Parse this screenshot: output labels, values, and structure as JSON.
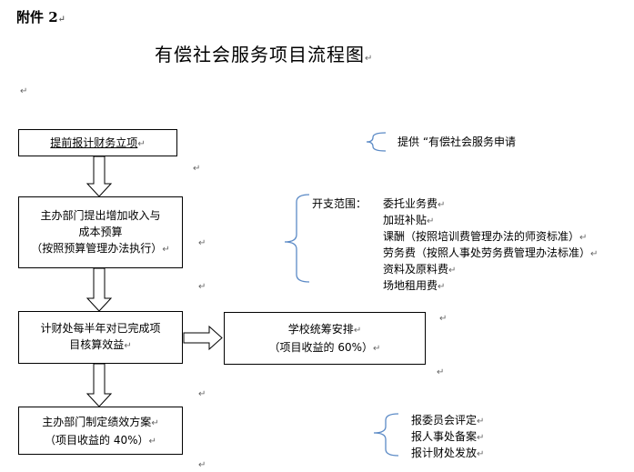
{
  "attachment_label": "附件 2",
  "title": "有偿社会服务项目流程图",
  "para_mark": "↵",
  "steps": [
    {
      "lines": [
        "提前报计财务立项"
      ]
    },
    {
      "lines": [
        "主办部门提出增加收入与",
        "成本预算",
        "（按照预算管理办法执行）"
      ]
    },
    {
      "lines": [
        "计财处每半年对已完成项",
        "目核算效益"
      ]
    },
    {
      "lines": [
        "主办部门制定绩效方案",
        "（项目收益的 40%）"
      ]
    }
  ],
  "side_box": {
    "lines": [
      "学校统筹安排",
      "（项目收益的 60%）"
    ]
  },
  "notes": {
    "provide": "提供 “有偿社会服务申请",
    "expense_label": "开支范围：",
    "expense_items": [
      "委托业务费",
      "加班补贴",
      "课酬（按照培训费管理办法的师资标准）",
      "劳务费（按照人事处劳务费管理办法标准）",
      "资料及原料费",
      "场地租用费"
    ],
    "final_items": [
      "报委员会评定",
      "报人事处备案",
      "报计财处发放"
    ]
  }
}
